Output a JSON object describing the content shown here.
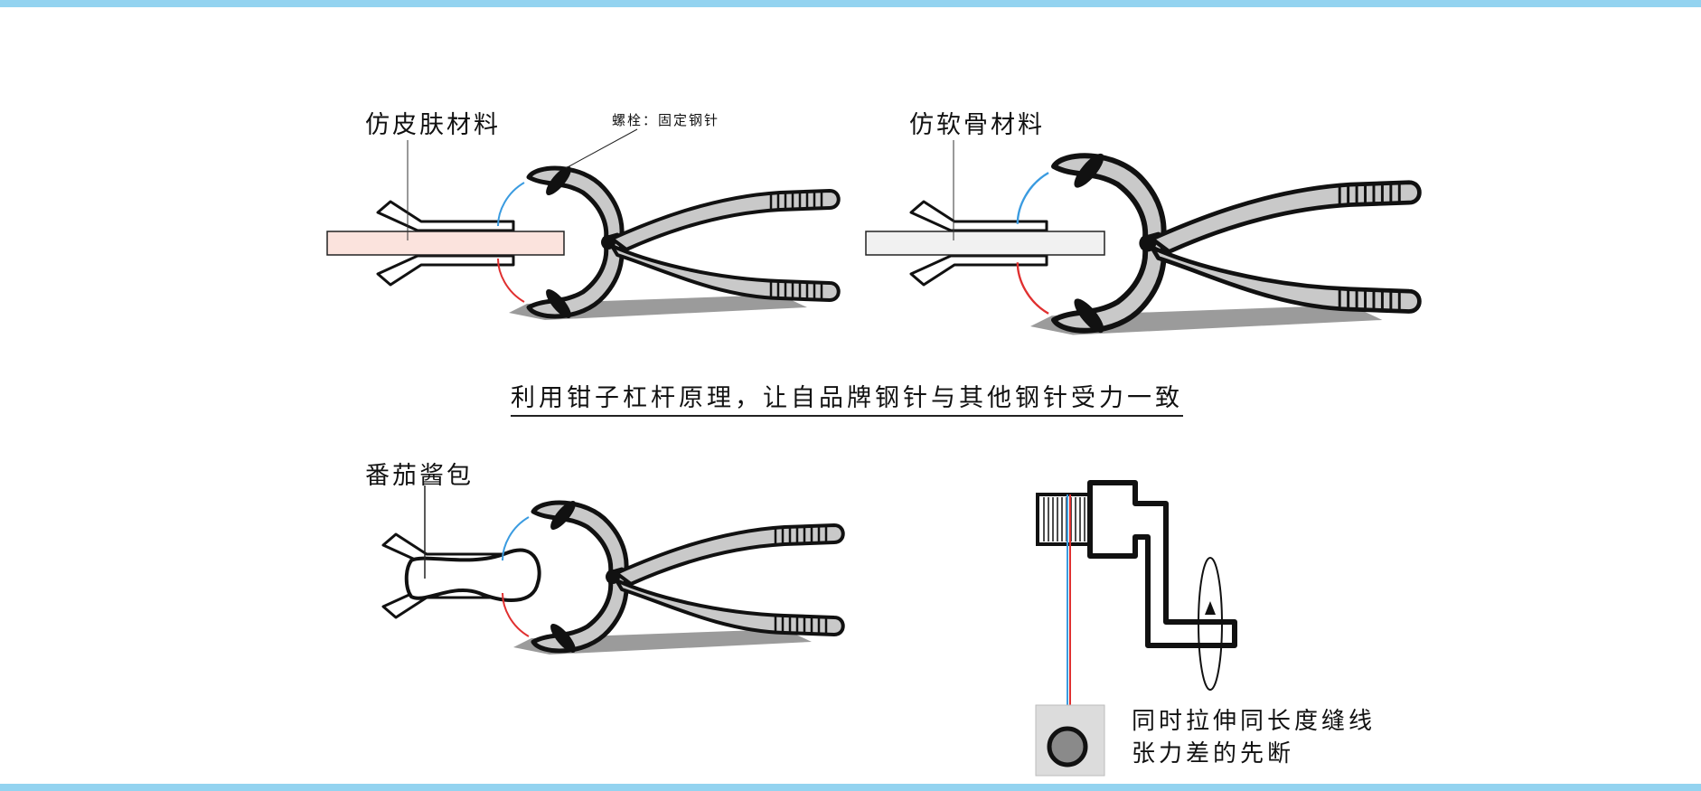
{
  "labels": {
    "skin_material": "仿皮肤材料",
    "bolt_note": "螺栓：固定钢针",
    "cartilage_material": "仿软骨材料",
    "ketchup_packet": "番茄酱包"
  },
  "caption": "利用钳子杠杆原理，让自品牌钢针与其他钢针受力一致",
  "tension_note": {
    "line1": "同时拉伸同长度缝线",
    "line2": "张力差的先断"
  },
  "colors": {
    "frame_bar": "#93d3f0",
    "skin_fill": "#fbe3dd",
    "cartilage_fill": "#f1f1f1",
    "plier_fill": "#c9c9c9",
    "needle_blue": "#3a9be0",
    "needle_red": "#e03030",
    "shadow": "#8a8a8a"
  }
}
